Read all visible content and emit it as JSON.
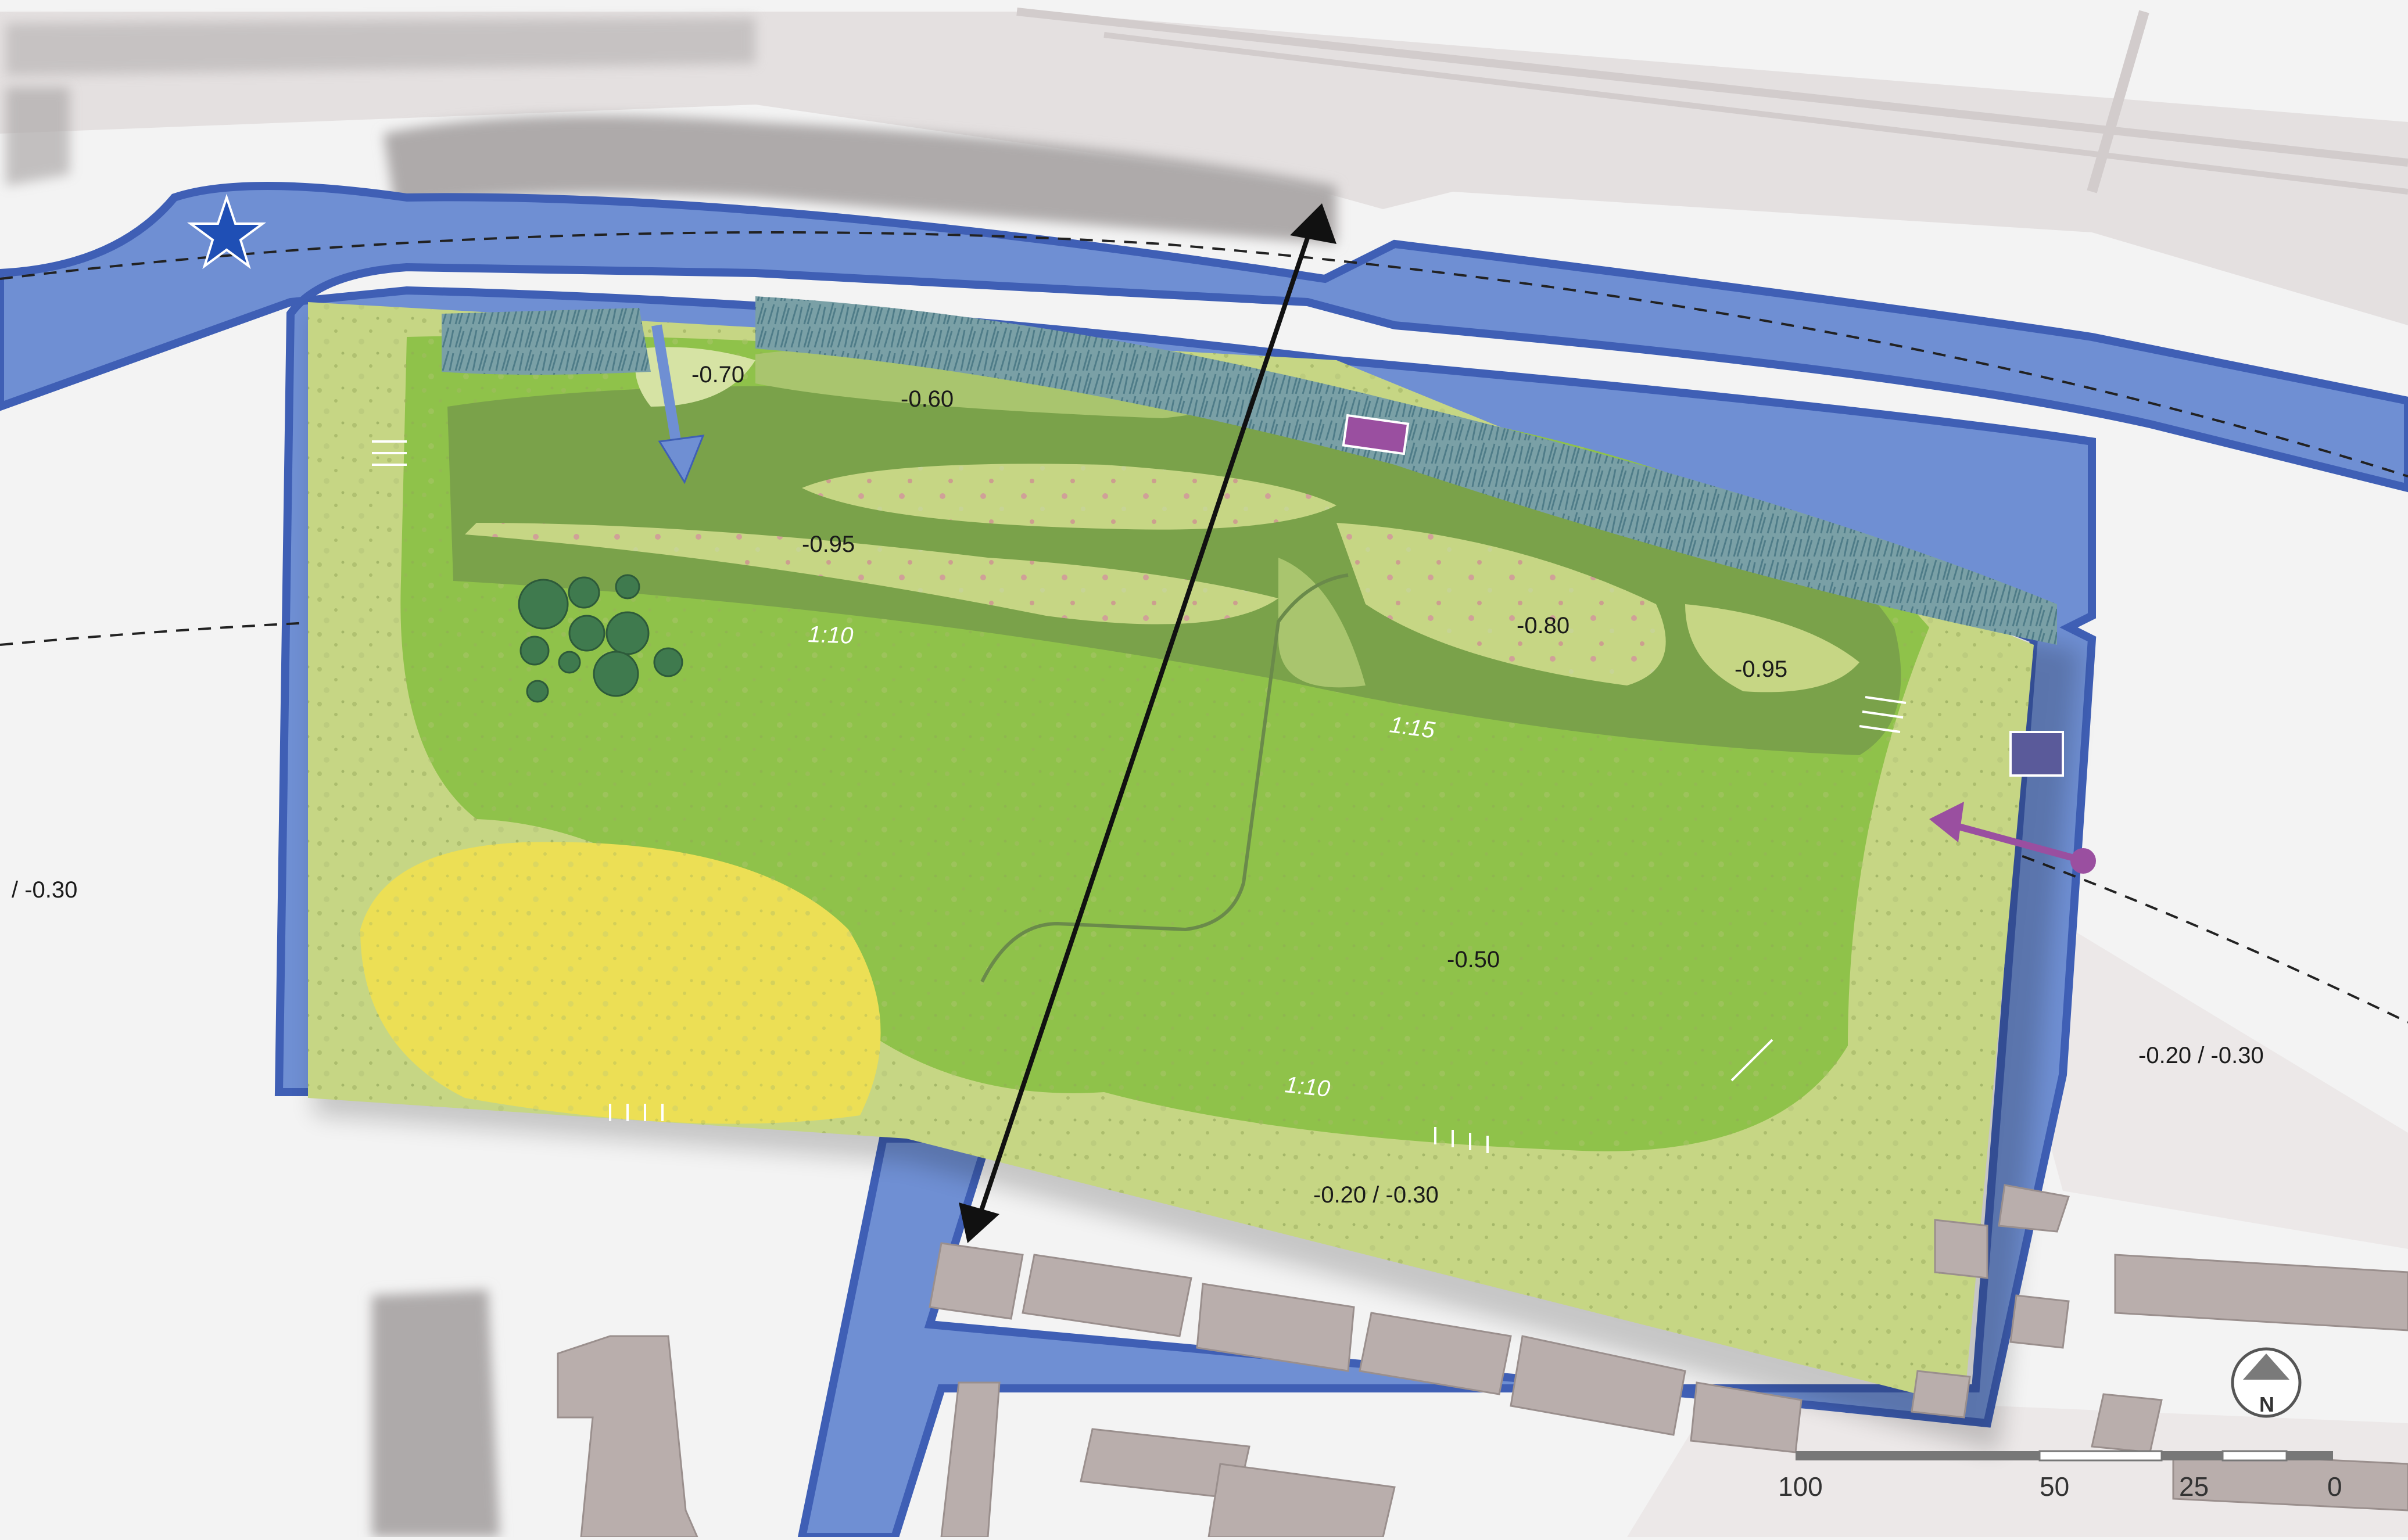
{
  "colors": {
    "water": "#6f8fd3",
    "water_edge": "#3f5fb5",
    "meadow_light": "#c6d684",
    "lawn": "#8fc24a",
    "marsh": "#7aa24a",
    "reeds": "#6f9aa2",
    "yellow_field": "#ecdf55",
    "road": "#e0dcdc",
    "building": "#b9aeac",
    "tree": "#3f7a4e",
    "purple": "#9a4fa0",
    "slate": "#5a5a9a",
    "star": "#1f4fb5",
    "north": "#7a7a7a"
  },
  "elevations": {
    "e1": "-0.70",
    "e2": "-0.60",
    "e3": "-0.95",
    "e4": "-0.80",
    "e5": "-0.95",
    "e6": "-0.50",
    "e7": "-0.20 / -0.30",
    "e8": "-0.20 / -0.30",
    "e9": "/ -0.30"
  },
  "slopes": {
    "s1": "1:10",
    "s2": "1:15",
    "s3": "1:10"
  },
  "scale_bar": {
    "labels": [
      "100",
      "50",
      "25",
      "0"
    ]
  },
  "north": {
    "label": "N"
  },
  "icons": {
    "star": "star-icon",
    "north": "north-arrow-icon"
  }
}
